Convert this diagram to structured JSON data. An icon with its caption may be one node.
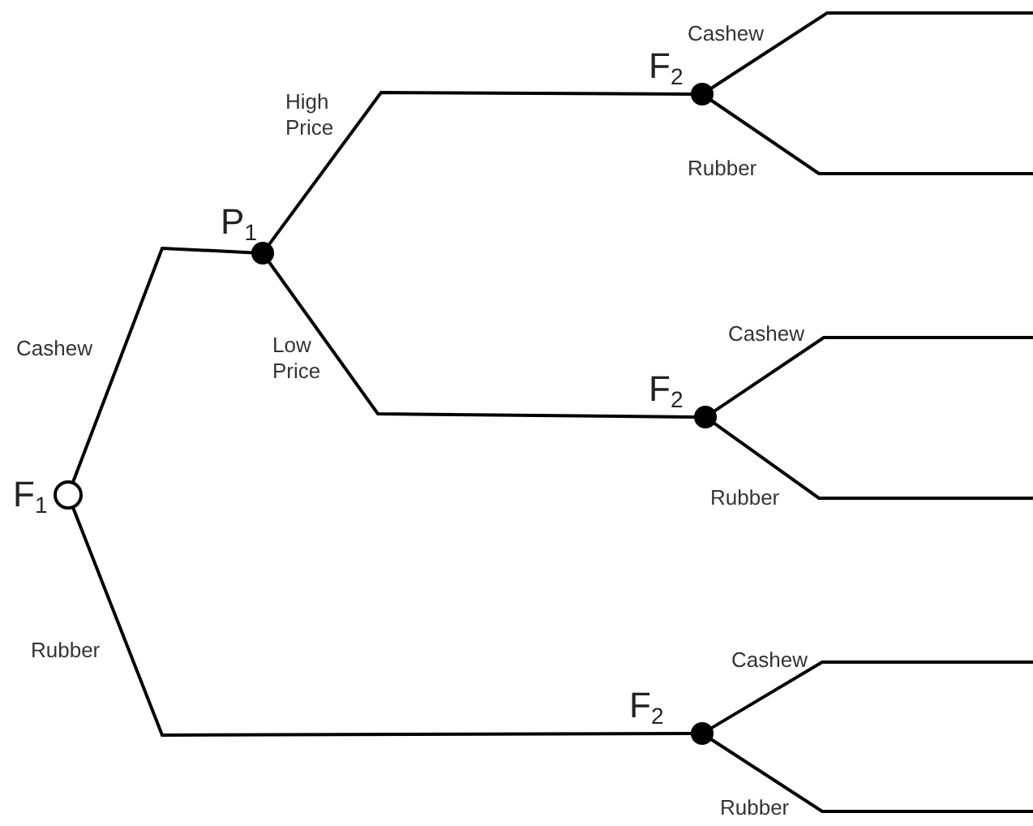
{
  "diagram": {
    "nodes": [
      {
        "text": [],
        "shape": "circle",
        "beside": [
          "F$_{1}$"
        ]
      },
      {
        "text": [],
        "shape": "circle",
        "beside": [
          "P$_{1}$"
        ]
      },
      {
        "text": [],
        "shape": "circle",
        "beside": [
          "F$_{2}$"
        ]
      },
      {
        "text": [],
        "shape": "circle",
        "beside": [
          "F$_{2}$"
        ]
      },
      {
        "text": [],
        "shape": "circle",
        "beside": [
          "F$_{2}$"
        ]
      }
    ],
    "edges": [
      {
        "from": 0,
        "to": 1,
        "arrow": "none",
        "label": "Cashew"
      },
      {
        "from": 0,
        "to": 4,
        "arrow": "none",
        "label": "Rubber"
      },
      {
        "from": 1,
        "to": 2,
        "arrow": "none",
        "label": "High Price"
      },
      {
        "from": 1,
        "to": 3,
        "arrow": "none",
        "label": "Low Price"
      },
      {
        "from": 2,
        "to": null,
        "arrow": "none",
        "label": "Cashew"
      },
      {
        "from": 2,
        "to": null,
        "arrow": "none",
        "label": "Rubber"
      },
      {
        "from": 3,
        "to": null,
        "arrow": "none",
        "label": "Cashew"
      },
      {
        "from": 3,
        "to": null,
        "arrow": "none",
        "label": "Rubber"
      },
      {
        "from": 4,
        "to": null,
        "arrow": "none",
        "label": "Cashew"
      },
      {
        "from": 4,
        "to": null,
        "arrow": "none",
        "label": "Rubber"
      }
    ]
  }
}
